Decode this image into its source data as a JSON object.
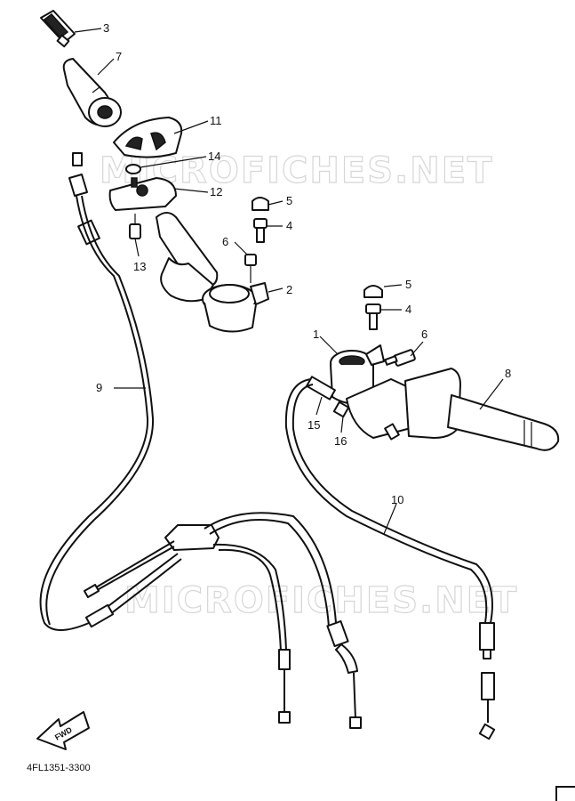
{
  "watermark": "MICROFICHES.NET",
  "diagram_code": "4FL1351-3300",
  "fwd_label": "FWD",
  "callouts": {
    "c1": "1",
    "c2": "2",
    "c3": "3",
    "c4a": "4",
    "c4b": "4",
    "c5a": "5",
    "c5b": "5",
    "c6a": "6",
    "c6b": "6",
    "c7": "7",
    "c8": "8",
    "c9": "9",
    "c10": "10",
    "c11": "11",
    "c12": "12",
    "c13": "13",
    "c14": "14",
    "c15": "15",
    "c16": "16"
  }
}
